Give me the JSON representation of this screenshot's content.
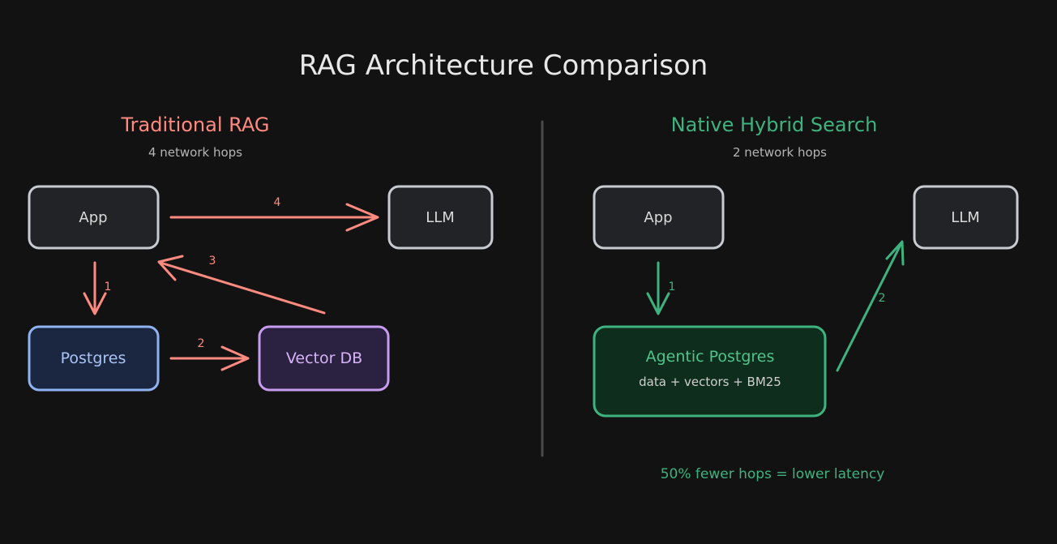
{
  "title": "RAG Architecture Comparison",
  "colors": {
    "background": "#121212",
    "title": "#e8e8e8",
    "subtitle": "#b5b5b5",
    "traditional_accent": "#ff8a80",
    "hybrid_accent": "#3fb37f",
    "divider": "#4a4a4a",
    "neutral_box_stroke": "#c8ccd2",
    "neutral_box_fill": "#222326",
    "postgres_stroke": "#8fb3f0",
    "postgres_fill": "#1b2740",
    "vectordb_stroke": "#c79cf0",
    "vectordb_fill": "#2b2140",
    "agentic_fill": "#0f2d1c"
  },
  "traditional": {
    "heading": "Traditional RAG",
    "subheading": "4 network hops",
    "nodes": {
      "app": "App",
      "llm": "LLM",
      "postgres": "Postgres",
      "vector_db": "Vector DB"
    },
    "edges": {
      "app_to_postgres": "1",
      "postgres_to_vector_db": "2",
      "vector_db_to_app": "3",
      "app_to_llm": "4"
    }
  },
  "hybrid": {
    "heading": "Native Hybrid Search",
    "subheading": "2 network hops",
    "nodes": {
      "app": "App",
      "llm": "LLM",
      "agentic_postgres": "Agentic Postgres",
      "agentic_postgres_detail": "data + vectors + BM25"
    },
    "edges": {
      "app_to_agentic": "1",
      "agentic_to_llm": "2"
    },
    "footer": "50% fewer hops = lower latency"
  }
}
